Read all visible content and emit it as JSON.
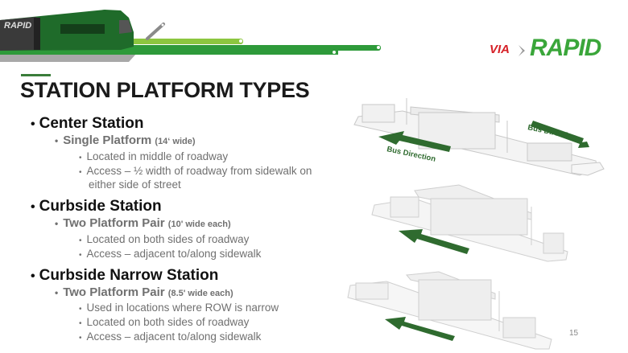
{
  "header": {
    "logo_via": "VIA",
    "logo_rapid": "RAPID",
    "bus_decal": "RAPID"
  },
  "slide": {
    "title": "STATION PLATFORM TYPES",
    "page_number": "15",
    "sections": [
      {
        "heading": "Center Station",
        "sub": {
          "label": "Single Platform",
          "note": "(14‘ wide)",
          "items": [
            "Located in middle of roadway",
            "Access – ½ width of roadway from sidewalk on",
            "either side of street"
          ]
        }
      },
      {
        "heading": "Curbside Station",
        "sub": {
          "label": "Two Platform Pair",
          "note": "(10' wide each)",
          "items": [
            "Located on both sides of roadway",
            "Access – adjacent to/along sidewalk"
          ]
        }
      },
      {
        "heading": "Curbside Narrow Station",
        "sub": {
          "label": "Two Platform Pair",
          "note": "(8.5' wide each)",
          "items": [
            "Used in locations where ROW is narrow",
            "Located on both sides of roadway",
            "Access – adjacent to/along sidewalk"
          ]
        }
      }
    ]
  },
  "illustrations": {
    "center_label_right": "Bus Direction",
    "center_label_left": "Bus Direction"
  },
  "colors": {
    "brand_green": "#2e7d32",
    "dark_green": "#2f6b2f",
    "light_green": "#8cc63f",
    "via_red": "#d62027"
  }
}
